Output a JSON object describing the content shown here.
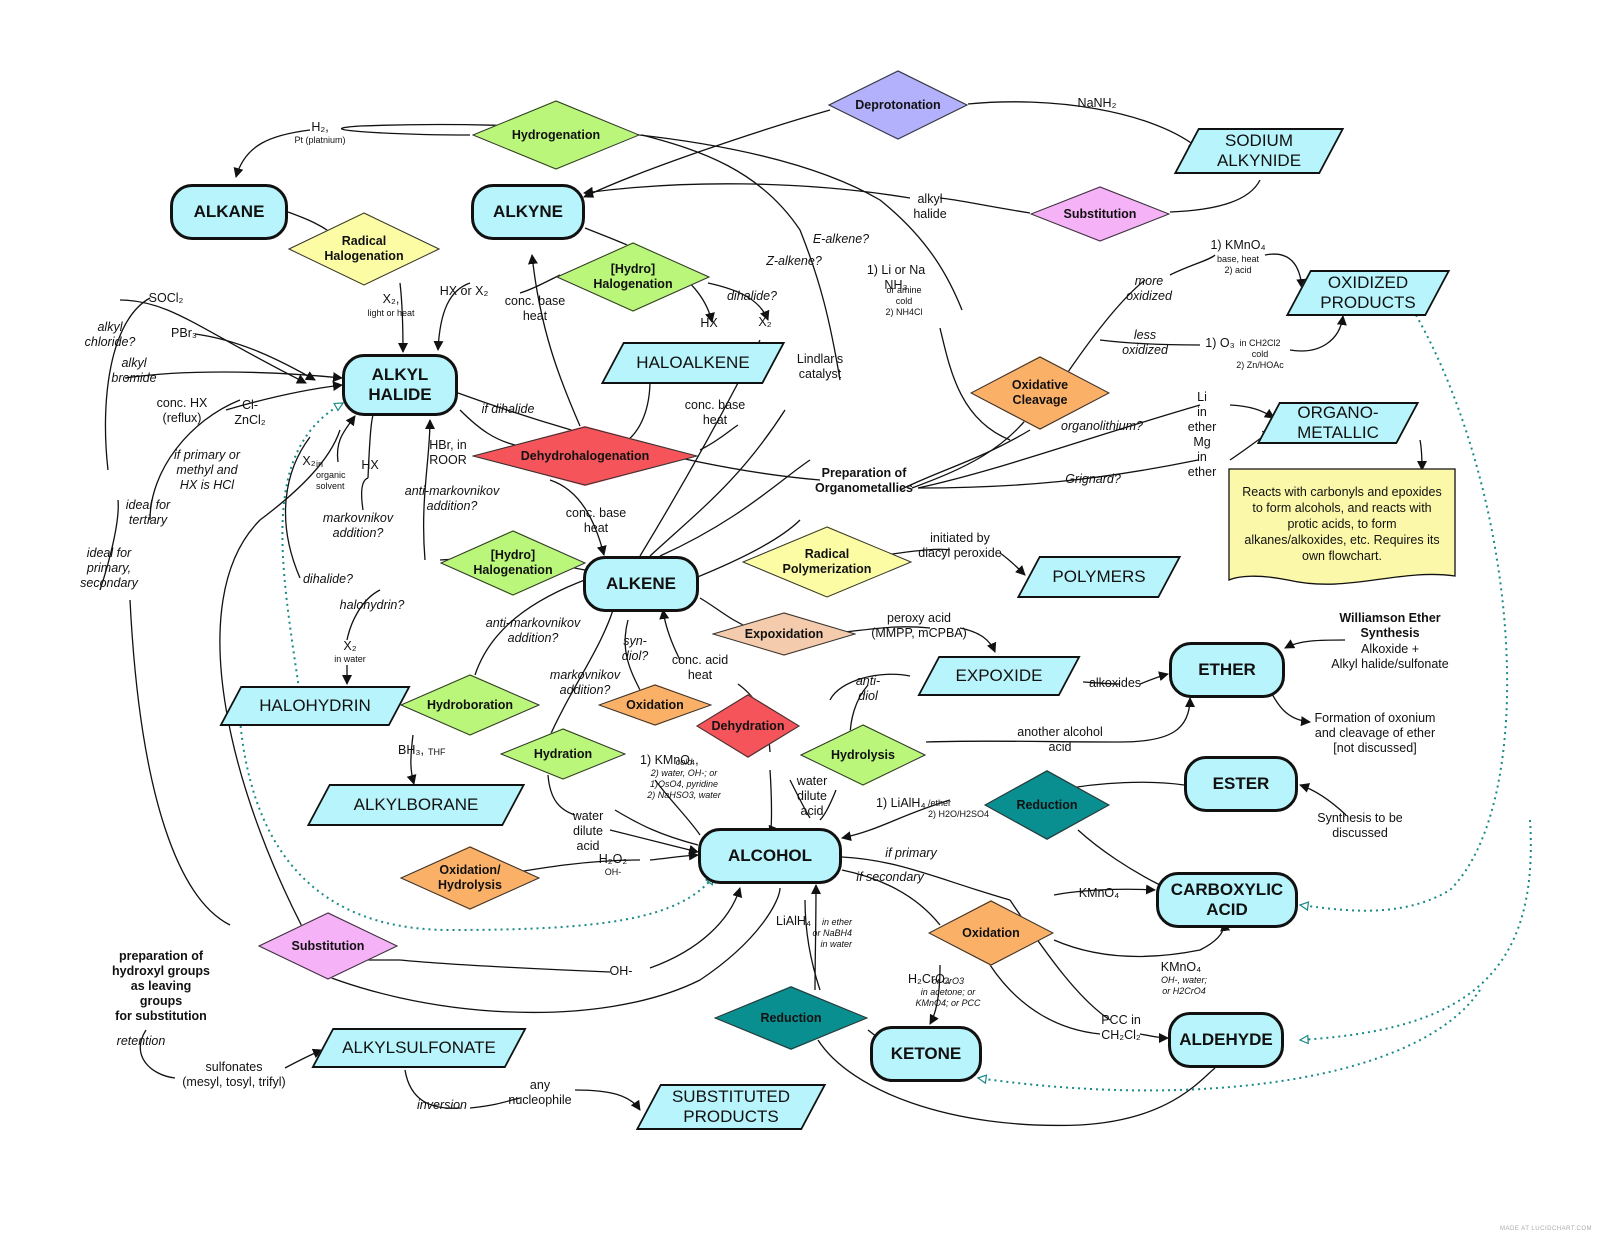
{
  "colors": {
    "node": "#b8f4fb",
    "green": "#b9f67a",
    "yellow": "#fbfca4",
    "red": "#f5545b",
    "orange": "#fbb068",
    "purple": "#b3b1fb",
    "pink": "#f6b2f7",
    "teal": "#0a8f91",
    "peach": "#f4ccad",
    "note": "#fcf8a9",
    "dotted": "#1a8a86"
  },
  "nodes": {
    "alkane": "ALKANE",
    "alkyne": "ALKYNE",
    "alkyl_halide": "ALKYL\nHALIDE",
    "alkene": "ALKENE",
    "alcohol": "ALCOHOL",
    "ether": "ETHER",
    "ester": "ESTER",
    "carboxylic_acid": "CARBOXYLIC\nACID",
    "aldehyde": "ALDEHYDE",
    "ketone": "KETONE",
    "sodium_alkynide": "SODIUM\nALKYNIDE",
    "oxidized_products": "OXIDIZED\nPRODUCTS",
    "organometallic": "ORGANO-\nMETALLIC",
    "haloalkene": "HALOALKENE",
    "polymers": "POLYMERS",
    "expoxide": "EXPOXIDE",
    "halohydrin": "HALOHYDRIN",
    "alkylborane": "ALKYLBORANE",
    "alkylsulfonate": "ALKYLSULFONATE",
    "substituted_products": "SUBSTITUTED\nPRODUCTS"
  },
  "reactions": {
    "hydrogenation": "Hydrogenation",
    "deprotonation": "Deprotonation",
    "substitution_top": "Substitution",
    "radical_halogenation": "Radical\nHalogenation",
    "hydro_halogenation_top": "[Hydro]\nHalogenation",
    "dehydrohalogenation": "Dehydrohalogenation",
    "oxidative_cleavage": "Oxidative\nCleavage",
    "hydro_halogenation_mid": "[Hydro]\nHalogenation",
    "radical_polymerization": "Radical\nPolymerization",
    "expoxidation": "Expoxidation",
    "hydroboration": "Hydroboration",
    "oxidation_mid": "Oxidation",
    "dehydration": "Dehydration",
    "hydration": "Hydration",
    "hydrolysis": "Hydrolysis",
    "reduction_right": "Reduction",
    "oxidation_hydrolysis": "Oxidation/\nHydrolysis",
    "substitution_bottom": "Substitution",
    "oxidation_right": "Oxidation",
    "reduction_bottom": "Reduction"
  },
  "labels": {
    "h2": "H₂,",
    "pt": "Pt (platnium)",
    "nanh2": "NaNH₂",
    "alkyl_halide_top": "alkyl\nhalide",
    "e_alkene": "E-alkene?",
    "z_alkene": "Z-alkene?",
    "li_na": "1) Li or Na\nNH₃",
    "li_na_sm": "or amine\ncold\n2) NH4Cl",
    "x2_light": "X₂,",
    "x2_light_sm": "light or heat",
    "hx_x2": "HX or X₂",
    "conc_base_heat_1": "conc. base\nheat",
    "dihalide_q": "dihalide?",
    "hx_1": "HX",
    "x2_1": "X₂",
    "lindlar": "Lindlar's\ncatalyst",
    "more_oxidized": "more\noxidized",
    "less_oxidized": "less\noxidized",
    "kmno4_top": "1) KMnO₄",
    "kmno4_top_sm": "base, heat\n2) acid",
    "o3": "1) O₃",
    "o3_sm": "in CH2Cl2\ncold\n2) Zn/HOAc",
    "socl2": "SOCl₂",
    "alkyl_chloride": "alkyl\nchloride?",
    "pbr3": "PBr₃",
    "alkyl_bromide": "alkyl\nbromide",
    "conc_hx": "conc. HX\n(reflux)",
    "cl_zncl2": "Cl-\nZnCl₂",
    "if_primary_methyl": "if primary or\nmethyl and\nHX is HCl",
    "ideal_tertiary": "ideal for\ntertiary",
    "ideal_primary": "ideal for\nprimary,\nsecondary",
    "if_dihalide": "if dihalide",
    "conc_base_heat_2": "conc. base\nheat",
    "organolithium": "organolithium?",
    "grignard": "Grignard?",
    "prep_organometallics": "Preparation of\nOrganometallics",
    "li_ether": "Li\nin\nether\nMg\nin\nether",
    "x2_organic": "X₂",
    "x2_organic_sm": "in\norganic\nsolvent",
    "hx_2": "HX",
    "hbr_roor": "HBr, in\nROOR",
    "anti_markovnikov_1": "anti-markovnikov\naddition?",
    "markovnikov_1": "markovnikov\naddition?",
    "conc_base_heat_3": "conc. base\nheat",
    "dihalide_q2": "dihalide?",
    "halohydrin_q": "halohydrin?",
    "x2_water": "X₂",
    "x2_water_sm": "in water",
    "initiated": "initiated by\ndiacyl peroxide",
    "peroxy_acid": "peroxy acid\n(MMPP, mCPBA)",
    "anti_markovnikov_2": "anti-markovnikov\naddition?",
    "syn_diol": "syn-\ndiol?",
    "conc_acid_heat": "conc. acid\nheat",
    "markovnikov_2": "markovnikov\naddition?",
    "anti_diol": "anti-\ndiol",
    "alkoxides": "alkoxides",
    "williamson_title": "Williamson Ether\nSynthesis",
    "williamson_body": "Alkoxide +\nAlkyl halide/sulfonate",
    "oxonium": "Formation of oxonium\nand cleavage of ether\n[not discussed]",
    "another_alcohol": "another alcohol\nacid",
    "bh3": "BH₃,",
    "bh3_sm": "THF",
    "kmno4_cold": "1) KMnO₄,",
    "kmno4_cold_sm": "cold\n2) water, OH-; or\n1)OsO4, pyridine\n2) NaHSO3, water",
    "water_dilute_1": "water\ndilute\nacid",
    "water_dilute_2": "water\ndilute\nacid",
    "lialh4_ether": "1) LiAlH₄",
    "lialh4_ether_sm": "/ether\n2) H2O/H2SO4",
    "synthesis_discussed": "Synthesis to be\ndiscussed",
    "h2o2": "H₂O₂",
    "h2o2_sm": "OH-",
    "if_primary": "if primary",
    "if_secondary": "if secondary",
    "kmno4_acid": "KMnO₄",
    "kmno4_water": "KMnO₄",
    "kmno4_water_sm": "OH-, water;\nor H2CrO4",
    "lialh4_water": "LiAlH₄",
    "lialh4_water_sm": "in ether\nor NaBH4\nin water",
    "h2cro4": "H₂CrO₄",
    "h2cro4_sm": "or CrO3\nin acetone; or\nKMnO4; or PCC",
    "pcc": "PCC in\nCH₂Cl₂",
    "oh_minus": "OH-",
    "prep_hydroxyl": "preparation of\nhydroxyl groups\nas leaving\ngroups\nfor substitution",
    "retention": "retention",
    "sulfonates": "sulfonates\n(mesyl, tosyl, trifyl)",
    "inversion": "inversion",
    "any_nucleophile": "any\nnucleophile"
  },
  "note": {
    "text": "Reacts with carbonyls and epoxides to form alcohols, and reacts with protic acids, to form alkanes/alkoxides, etc. Requires its own flowchart."
  },
  "credit": "MADE AT LUCIDCHART.COM"
}
